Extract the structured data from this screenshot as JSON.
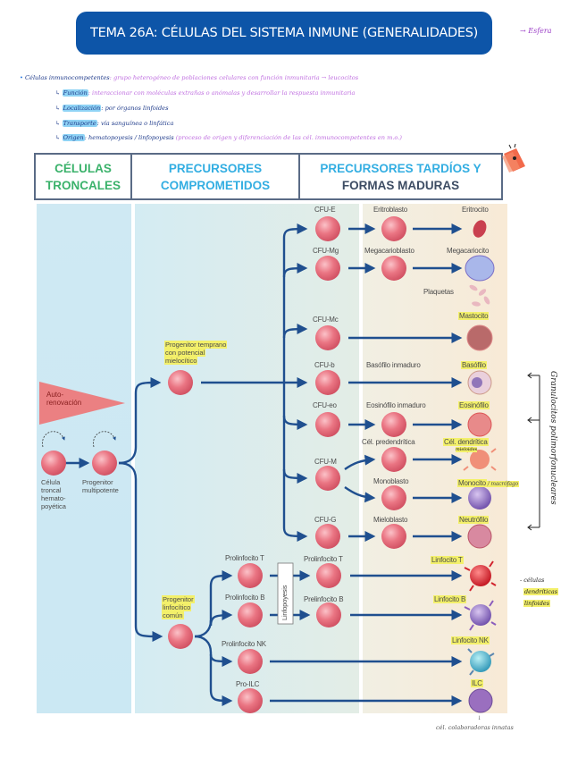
{
  "title": "TEMA 26A: CÉLULAS DEL SISTEMA INMUNE (GENERALIDADES)",
  "title_note": "→ Esfera",
  "notes": {
    "main": {
      "term": "Células inmunocompetentes",
      "text": ": grupo heterogéneo de poblaciones celulares con función inmunitaria → leucocitos"
    },
    "items": [
      {
        "term": "Función",
        "text": ": interaccionar con moléculas extrañas o anómalas y desarrollar la respuesta inmunitaria"
      },
      {
        "term": "Localización",
        "text": ": por órganos linfoides"
      },
      {
        "term": "Transporte",
        "text": ": vía sanguínea o linfática"
      },
      {
        "term": "Origen",
        "text": ": hematopoyesis / linfopoyesis",
        "extra": "(proceso de origen y diferenciación de las cél. inmunocompetentes en m.o.)"
      }
    ]
  },
  "columns": {
    "c1": [
      "CÉLULAS",
      "TRONCALES"
    ],
    "c2": [
      "PRECURSORES",
      "COMPROMETIDOS"
    ],
    "c3a": "PRECURSORES TARDÍOS Y",
    "c3b": "FORMAS MADURAS"
  },
  "stem": {
    "autorenovacion": [
      "Auto-",
      "renovación"
    ],
    "hsc": [
      "Célula",
      "troncal",
      "hemato-",
      "poyética"
    ],
    "mpp": [
      "Progenitor",
      "multipotente"
    ],
    "myeloid_prog": [
      "Progenitor temprano",
      "con potencial",
      "mielocítico"
    ],
    "lymphoid_prog": [
      "Progenitor",
      "linfocítico",
      "común"
    ]
  },
  "myeloid_rows": [
    {
      "cfu": "CFU-E",
      "mid": "Eritroblasto",
      "end": "Eritrocito",
      "end_hl": false
    },
    {
      "cfu": "CFU-Mg",
      "mid": "Megacarioblasto",
      "end": "Megacariocito",
      "end_hl": false,
      "extra": "Plaquetas"
    },
    {
      "cfu": "CFU-Mc",
      "mid": "",
      "end": "Mastocito",
      "end_hl": true
    },
    {
      "cfu": "CFU-b",
      "mid": "Basófilo inmaduro",
      "end": "Basófilo",
      "end_hl": true
    },
    {
      "cfu": "CFU-eo",
      "mid": "Eosinófilo inmaduro",
      "end": "Eosinófilo",
      "end_hl": true
    },
    {
      "cfu": "CFU-M",
      "mid": "Cél. predendrítica",
      "end": "Cél. dendrítica",
      "end_hl": true,
      "end_note": "mieloides"
    },
    {
      "cfu": "",
      "mid": "Monoblasto",
      "end": "Monocito",
      "end_hl": true,
      "end_note": "/ macrófago"
    },
    {
      "cfu": "CFU-G",
      "mid": "Mieloblasto",
      "end": "Neutrófilo",
      "end_hl": true
    }
  ],
  "lymphoid_rows": [
    {
      "pro": "Prolinfocito T",
      "mid": "Prolinfocito T",
      "end": "Linfocito T"
    },
    {
      "pro": "Prolinfocito B",
      "mid": "Prelinfocito B",
      "end": "Linfocito B"
    },
    {
      "pro": "Prolinfocito NK",
      "mid": "",
      "end": "Linfocito NK"
    },
    {
      "pro": "Pro-ILC",
      "mid": "",
      "end": "ILC"
    }
  ],
  "linfopoyesis": "Linfopoyesis",
  "side_notes": {
    "granulocitos": "Granulocitos polimorfonucleares",
    "linfoides": [
      "- células",
      "dendríticas",
      "linfoides"
    ],
    "ilc_note": "cél. colaboradoras innatas"
  },
  "colors": {
    "title_bg": "#0d55a8",
    "arrow": "#1f4f8f",
    "cell": "#e46a78",
    "highlight": "#f3f06a",
    "note_purple": "#c070e0"
  }
}
